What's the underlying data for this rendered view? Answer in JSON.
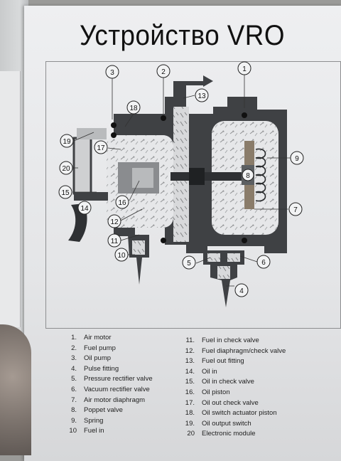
{
  "title": "Устройство VRO",
  "callouts": [
    "1",
    "2",
    "3",
    "4",
    "5",
    "6",
    "7",
    "8",
    "9",
    "10",
    "11",
    "12",
    "13",
    "14",
    "15",
    "16",
    "17",
    "18",
    "19",
    "20"
  ],
  "legend_left": [
    {
      "num": "1.",
      "label": "Air motor"
    },
    {
      "num": "2.",
      "label": "Fuel pump"
    },
    {
      "num": "3.",
      "label": "Oil pump"
    },
    {
      "num": "4.",
      "label": "Pulse fitting"
    },
    {
      "num": "5.",
      "label": "Pressure rectifier valve"
    },
    {
      "num": "6.",
      "label": "Vacuum rectifier valve"
    },
    {
      "num": "7.",
      "label": "Air motor diaphragm"
    },
    {
      "num": "8.",
      "label": "Poppet valve"
    },
    {
      "num": "9.",
      "label": "Spring"
    },
    {
      "num": "10",
      "label": "Fuel in"
    }
  ],
  "legend_right": [
    {
      "num": "11.",
      "label": "Fuel in check valve"
    },
    {
      "num": "12.",
      "label": "Fuel diaphragm/check valve"
    },
    {
      "num": "13.",
      "label": "Fuel out fitting"
    },
    {
      "num": "14.",
      "label": "Oil in"
    },
    {
      "num": "15.",
      "label": "Oil in check valve"
    },
    {
      "num": "16.",
      "label": "Oil piston"
    },
    {
      "num": "17.",
      "label": "Oil out check valve"
    },
    {
      "num": "18.",
      "label": "Oil switch actuator piston"
    },
    {
      "num": "19.",
      "label": "Oil output switch"
    },
    {
      "num": "20",
      "label": "Electronic module"
    }
  ]
}
